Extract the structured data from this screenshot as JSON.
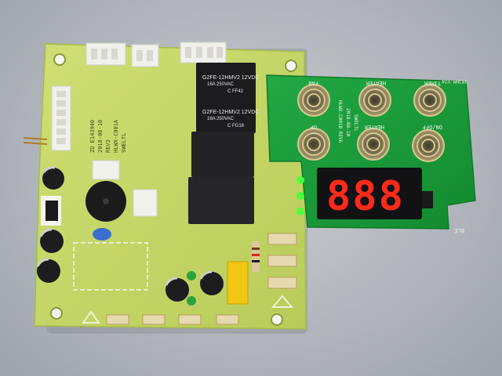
{
  "photo": {
    "main_board": {
      "relays": [
        {
          "line1": "G2FE-12HMV2 12VDC",
          "line2": "16A 250VAC",
          "line3": "C  FF42"
        },
        {
          "line1": "G2FE-12HMV2 12VDC",
          "line2": "16A 250VAC",
          "line3": "C  FG16"
        }
      ],
      "silk_date": "2018-08-10",
      "silk_rev": "REV3",
      "silk_model": "HLWX-C001A",
      "silk_name": "SWELTL",
      "silk_id": "ZD E143940"
    },
    "display_board": {
      "digits": "888",
      "labels": {
        "btn_top_left": "FAN",
        "btn_top_mid": "HEATER",
        "btn_top_right": "TIMER",
        "btn_bottom_left": "UP",
        "btn_bottom_mid": "HEATER",
        "btn_bottom_right": "ON/OFF"
      },
      "silk_model": "HLWX-C001B REV6",
      "silk_date": "2018-08-10",
      "silk_name": "SWELTL",
      "silk_ble": "BLE",
      "silk_top": "4R3HM-V24"
    },
    "colors": {
      "background": "#b7bbc1",
      "main_pcb": "#c8d86a",
      "display_pcb": "#1a9a3a",
      "relay": "#1c1c1e",
      "led_green": "#4cff3a",
      "seg_red": "#ff2a1a"
    }
  }
}
